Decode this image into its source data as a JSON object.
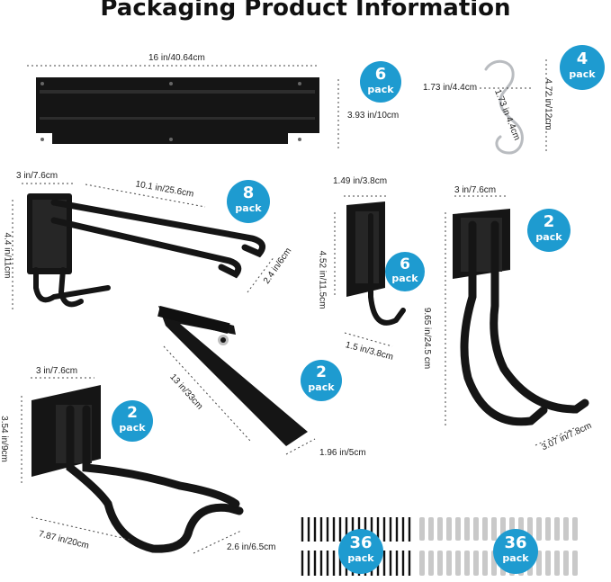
{
  "title": "Packaging Product Information",
  "dimensions": {
    "rail_width": "16 in/40.64cm",
    "rail_height": "3.93 in/10cm",
    "shook_width": "1.73 in/4.4cm",
    "shook_diag": "1.73 in\n4.4cm",
    "shook_height": "4.72 in/12cm",
    "dh_top": "3 in/7.6cm",
    "dh_len": "10.1 in/25.6cm",
    "dh_height": "4.4 in/11cm",
    "dh_depth": "2.4 in/6cm",
    "sh_top": "1.49 in/3.8cm",
    "sh_height": "4.52 in/11.5cm",
    "sh_bottom": "1.5 in/3.8cm",
    "lh_top": "3 in/7.6cm",
    "lh_height": "9.65 in/24.5 cm",
    "lh_bottom": "3.07 in/7.8cm",
    "strap_len": "13 in/33cm",
    "strap_width": "1.96 in/5cm",
    "wh_top": "3 in/7.6cm",
    "wh_height": "3.54 in/9cm",
    "wh_len": "7.87 in/20cm",
    "wh_depth": "2.6 in/6.5cm"
  },
  "badges": {
    "rail": {
      "count": "6",
      "unit": "pack"
    },
    "shook": {
      "count": "4",
      "unit": "pack"
    },
    "double": {
      "count": "8",
      "unit": "pack"
    },
    "small": {
      "count": "6",
      "unit": "pack"
    },
    "long": {
      "count": "2",
      "unit": "pack"
    },
    "strap": {
      "count": "2",
      "unit": "pack"
    },
    "wide": {
      "count": "2",
      "unit": "pack"
    },
    "screws": {
      "count": "36",
      "unit": "pack"
    },
    "anchors": {
      "count": "36",
      "unit": "pack"
    }
  },
  "colors": {
    "badge": "#1e9bd0",
    "product": "#1a1a1a",
    "anchor": "#c9c9c9"
  }
}
